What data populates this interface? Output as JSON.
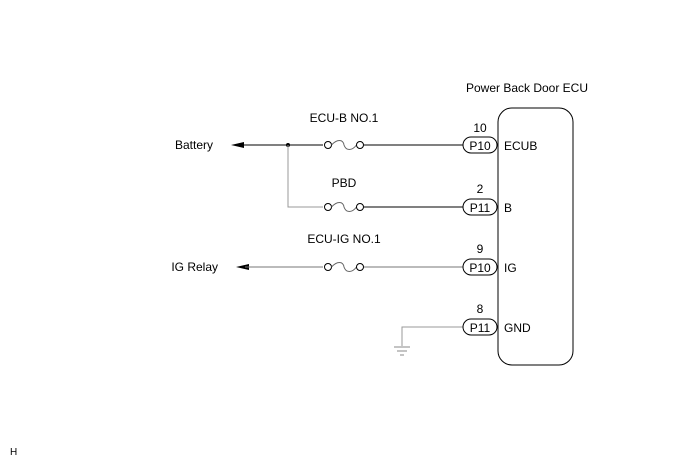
{
  "ecu": {
    "title": "Power Back Door ECU",
    "pins": [
      {
        "number": "10",
        "connector": "P10",
        "name": "ECUB"
      },
      {
        "number": "2",
        "connector": "P11",
        "name": "B"
      },
      {
        "number": "9",
        "connector": "P10",
        "name": "IG"
      },
      {
        "number": "8",
        "connector": "P11",
        "name": "GND"
      }
    ]
  },
  "sources": {
    "battery": "Battery",
    "ig_relay": "IG Relay"
  },
  "fuses": {
    "ecub": "ECU-B NO.1",
    "pbd": "PBD",
    "ecuig": "ECU-IG NO.1"
  },
  "ground": {
    "symbol": "ground-icon"
  },
  "footer": {
    "code": "H"
  },
  "colors": {
    "wire": "#000000",
    "wire_gray": "#999999"
  }
}
